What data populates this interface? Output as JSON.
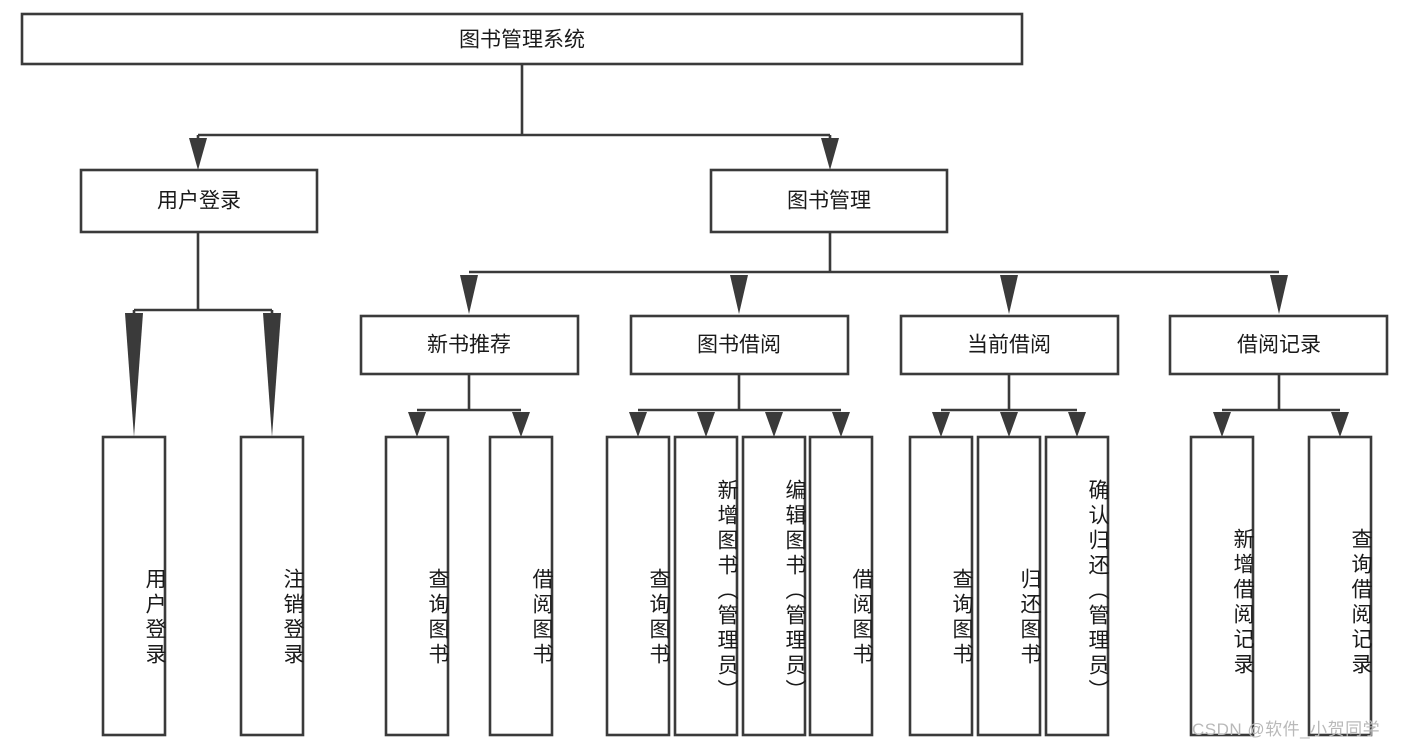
{
  "diagram": {
    "title": "图书管理系统",
    "type": "hierarchy-tree",
    "background_color": "#ffffff",
    "line_color": "#3a3a3a",
    "text_color": "#1a1a1a",
    "root": {
      "label": "图书管理系统",
      "orientation": "horizontal"
    },
    "level2": [
      {
        "label": "用户登录",
        "orientation": "horizontal"
      },
      {
        "label": "图书管理",
        "orientation": "horizontal"
      }
    ],
    "level3": [
      {
        "label": "新书推荐",
        "orientation": "horizontal"
      },
      {
        "label": "图书借阅",
        "orientation": "horizontal"
      },
      {
        "label": "当前借阅",
        "orientation": "horizontal"
      },
      {
        "label": "借阅记录",
        "orientation": "horizontal"
      }
    ],
    "leaves": {
      "user_login": [
        {
          "label": "用户登录",
          "orientation": "vertical"
        },
        {
          "label": "注销登录",
          "orientation": "vertical"
        }
      ],
      "new_book_recommend": [
        {
          "label": "查询图书",
          "orientation": "vertical"
        },
        {
          "label": "借阅图书",
          "orientation": "vertical"
        }
      ],
      "book_borrow": [
        {
          "label": "查询图书",
          "orientation": "vertical"
        },
        {
          "label": "新增图书（管理员）",
          "orientation": "vertical"
        },
        {
          "label": "编辑图书（管理员）",
          "orientation": "vertical"
        },
        {
          "label": "借阅图书",
          "orientation": "vertical"
        }
      ],
      "current_borrow": [
        {
          "label": "查询图书",
          "orientation": "vertical"
        },
        {
          "label": "归还图书",
          "orientation": "vertical"
        },
        {
          "label": "确认归还（管理员）",
          "orientation": "vertical"
        }
      ],
      "borrow_record": [
        {
          "label": "新增借阅记录",
          "orientation": "vertical"
        },
        {
          "label": "查询借阅记录",
          "orientation": "vertical"
        }
      ]
    }
  },
  "watermark": {
    "text": "CSDN @软件_小贺同学"
  }
}
